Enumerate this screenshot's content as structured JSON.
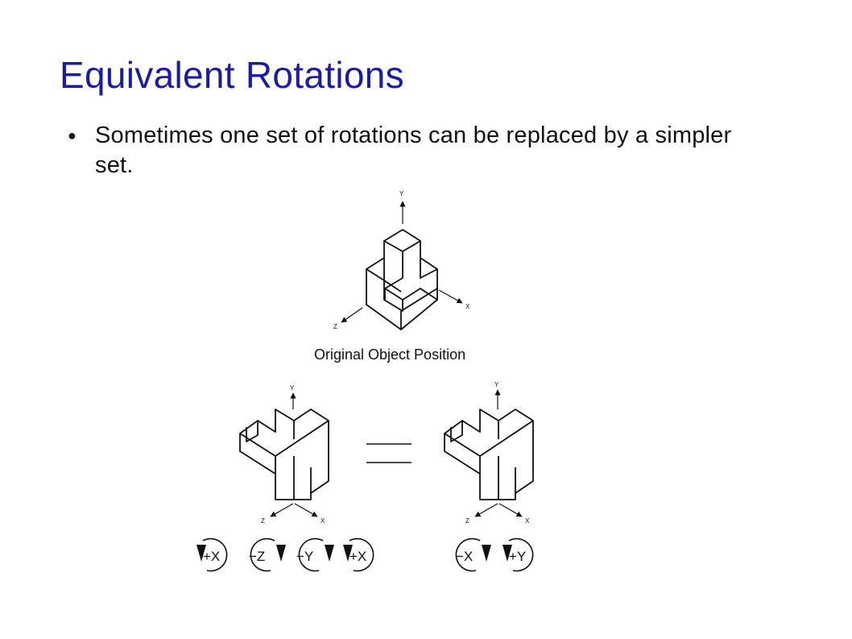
{
  "slide": {
    "title": "Equivalent Rotations",
    "bullets": [
      {
        "text": "Sometimes one set of rotations can be replaced by a simpler set."
      }
    ]
  },
  "figure": {
    "caption": "Original Object Position",
    "axes": {
      "y": "Y",
      "x": "X",
      "z": "Z"
    },
    "left_sequence": [
      "+X",
      "−Z",
      "−Y",
      "+X"
    ],
    "right_sequence": [
      "−X",
      "+Y"
    ]
  }
}
